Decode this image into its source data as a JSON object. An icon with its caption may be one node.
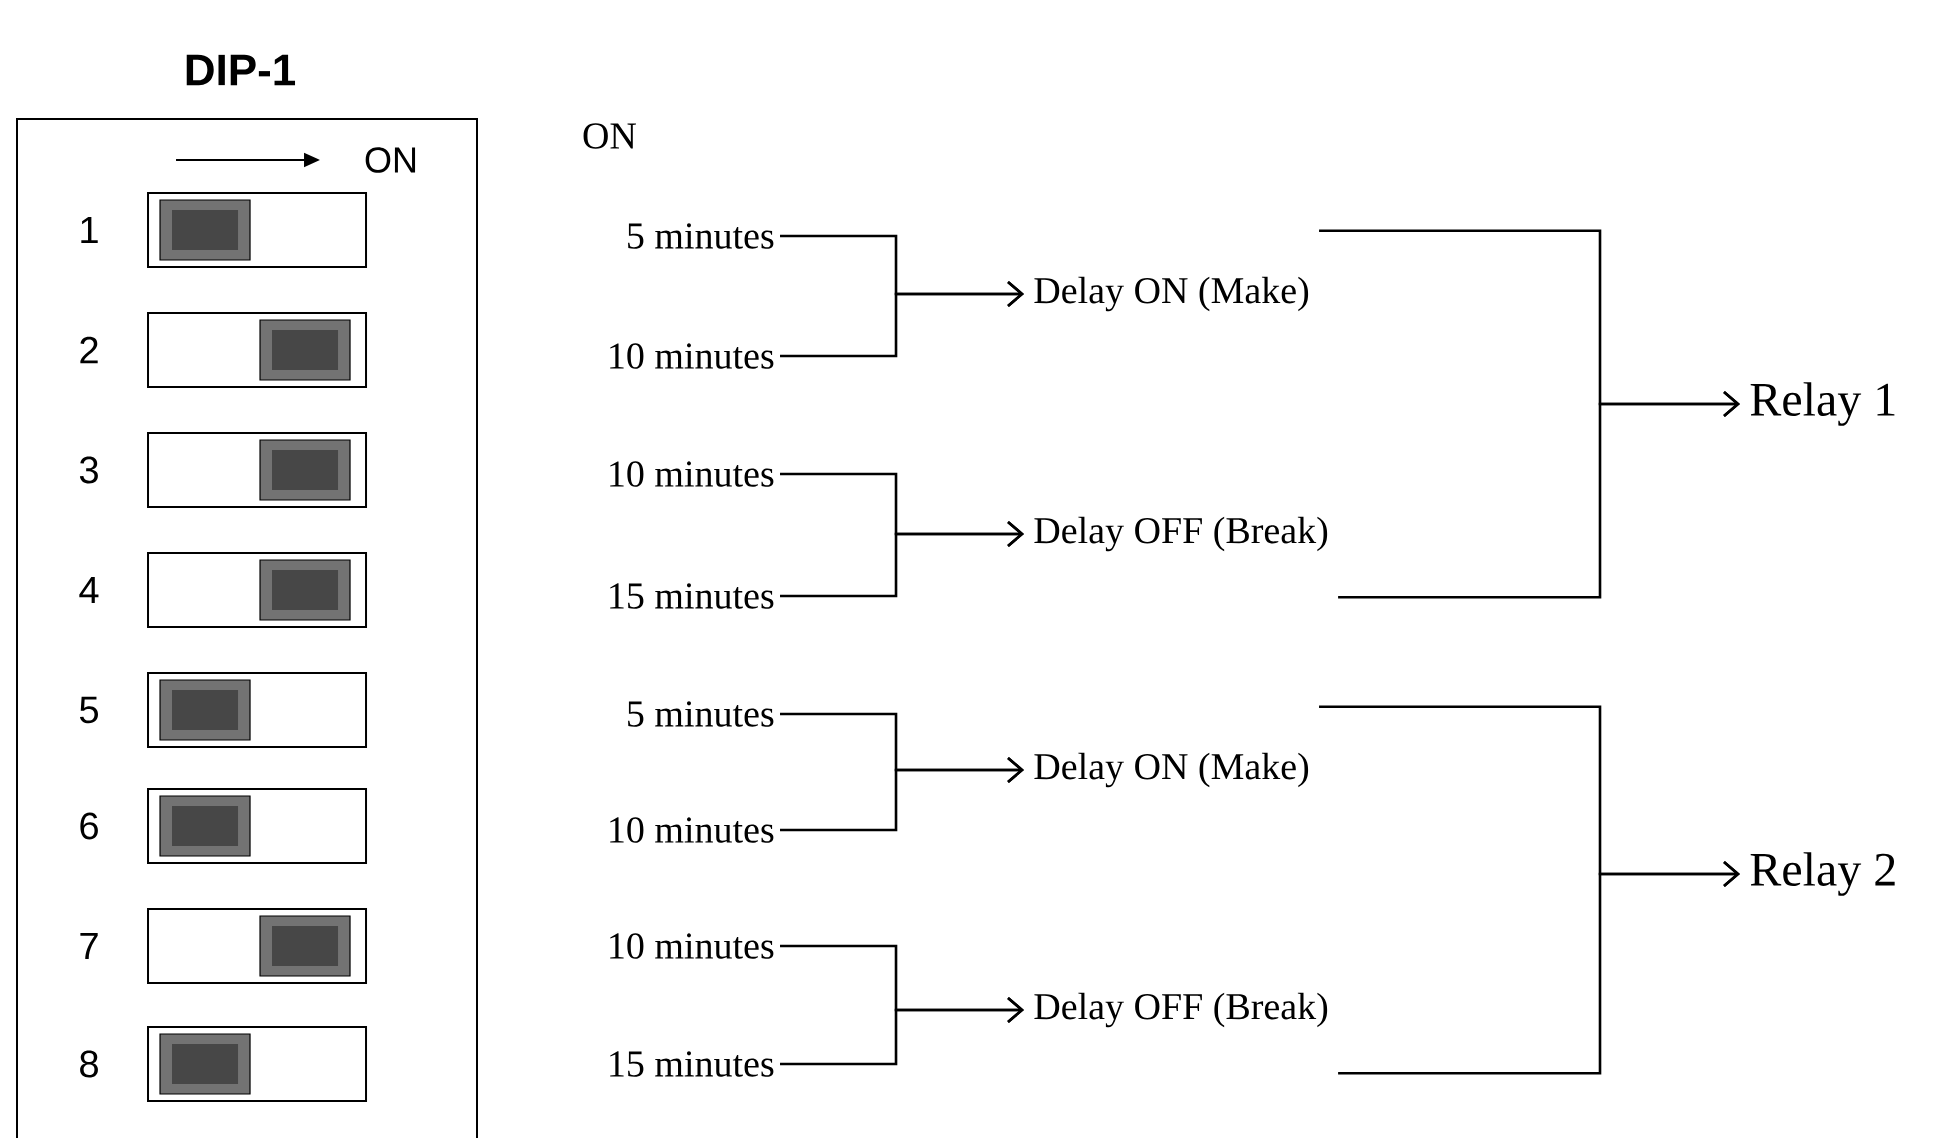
{
  "diagram": {
    "nodes": [
      {
        "text": [
          "DIP-1"
        ]
      },
      {
        "text": [],
        "shape": "switch",
        "beside": [
          "1"
        ],
        "in": 0
      },
      {
        "text": [],
        "shape": "switch",
        "beside": [
          "2"
        ],
        "in": 0
      },
      {
        "text": [],
        "shape": "switch",
        "beside": [
          "3"
        ],
        "in": 0
      },
      {
        "text": [],
        "shape": "switch",
        "beside": [
          "4"
        ],
        "in": 0
      },
      {
        "text": [],
        "shape": "switch",
        "beside": [
          "5"
        ],
        "in": 0
      },
      {
        "text": [],
        "shape": "switch",
        "beside": [
          "6"
        ],
        "in": 0
      },
      {
        "text": [],
        "shape": "switch",
        "beside": [
          "7"
        ],
        "in": 0
      },
      {
        "text": [],
        "shape": "switch",
        "beside": [
          "8"
        ],
        "in": 0
      },
      {
        "text": [
          "5 minutes"
        ]
      },
      {
        "text": [
          "10 minutes"
        ]
      },
      {
        "text": [
          "10 minutes"
        ]
      },
      {
        "text": [
          "15 minutes"
        ]
      },
      {
        "text": [
          "5 minutes"
        ]
      },
      {
        "text": [
          "10 minutes"
        ]
      },
      {
        "text": [
          "10 minutes"
        ]
      },
      {
        "text": [
          "15 minutes"
        ]
      },
      {
        "text": [
          "Delay ON (Make)"
        ]
      },
      {
        "text": [
          "Delay OFF (Break)"
        ]
      },
      {
        "text": [
          "Delay ON (Make)"
        ]
      },
      {
        "text": [
          "Delay OFF (Break)"
        ]
      },
      {
        "text": [
          "Relay 1"
        ]
      },
      {
        "text": [
          "Relay 2"
        ]
      }
    ],
    "edges": [
      {
        "from": 9,
        "to": 17,
        "arrow": "to"
      },
      {
        "from": 10,
        "to": 17,
        "arrow": "to"
      },
      {
        "from": 11,
        "to": 18,
        "arrow": "to"
      },
      {
        "from": 12,
        "to": 18,
        "arrow": "to"
      },
      {
        "from": 13,
        "to": 19,
        "arrow": "to"
      },
      {
        "from": 14,
        "to": 19,
        "arrow": "to"
      },
      {
        "from": 15,
        "to": 20,
        "arrow": "to"
      },
      {
        "from": 16,
        "to": 20,
        "arrow": "to"
      },
      {
        "from": 17,
        "to": 21,
        "arrow": "to"
      },
      {
        "from": 18,
        "to": 21,
        "arrow": "to"
      },
      {
        "from": 19,
        "to": 22,
        "arrow": "to"
      },
      {
        "from": 20,
        "to": 22,
        "arrow": "to"
      }
    ],
    "labels": [
      "ON",
      "ON"
    ]
  }
}
